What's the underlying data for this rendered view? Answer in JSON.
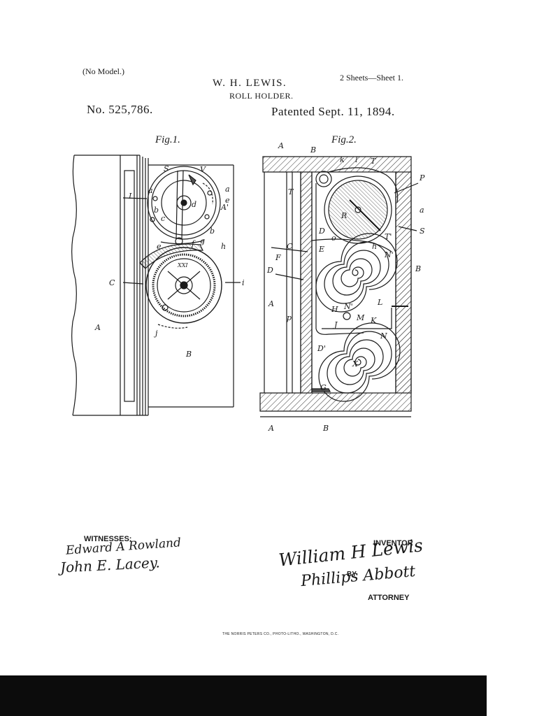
{
  "header": {
    "model_note": "(No Model.)",
    "inventor_name": "W. H. LEWIS.",
    "sheets": "2 Sheets—Sheet 1.",
    "title": "ROLL HOLDER.",
    "patent_number": "No. 525,786.",
    "patent_date": "Patented Sept. 11, 1894."
  },
  "figures": {
    "fig1_label": "Fig.1.",
    "fig2_label": "Fig.2."
  },
  "signatures": {
    "witnesses_label": "WITNESSES:",
    "witness_1": "Edward A Rowland",
    "witness_2": "John E. Lacey.",
    "inventor_label": "INVENTOR",
    "inventor_signature": "William H Lewis",
    "by_label": "BY",
    "attorney_signature": "Phillips Abbott",
    "attorney_label": "ATTORNEY"
  },
  "footer": {
    "credit": "THE NORRIS PETERS CO., PHOTO-LITHO., WASHINGTON, D.C."
  },
  "fig1_letters": [
    "S",
    "V",
    "a",
    "a",
    "e",
    "A'",
    "b",
    "b",
    "d",
    "c",
    "g",
    "f",
    "e",
    "h",
    "XXI",
    "i",
    "j",
    "I",
    "C",
    "A",
    "B"
  ],
  "fig2_letters": [
    "A",
    "B",
    "k",
    "l",
    "T",
    "P",
    "R",
    "a",
    "S",
    "T",
    "D",
    "o",
    "E",
    "T'",
    "h",
    "N'",
    "F",
    "C",
    "D",
    "B",
    "A",
    "p",
    "H",
    "N'",
    "L",
    "M",
    "K",
    "J",
    "N",
    "D'",
    "X",
    "G",
    "A",
    "B"
  ]
}
